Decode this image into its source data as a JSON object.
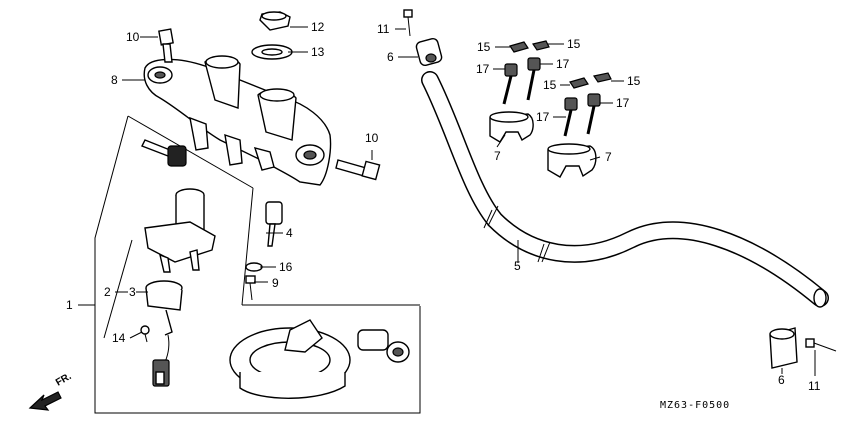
{
  "diagram_code": "MZ63-F0500",
  "direction_label": "FR.",
  "callouts": {
    "c1": "1",
    "c2": "2",
    "c3": "3",
    "c4": "4",
    "c5": "5",
    "c6a": "6",
    "c6b": "6",
    "c7a": "7",
    "c7b": "7",
    "c8": "8",
    "c9": "9",
    "c10a": "10",
    "c10b": "10",
    "c11a": "11",
    "c11b": "11",
    "c12": "12",
    "c13": "13",
    "c14": "14",
    "c15a": "15",
    "c15b": "15",
    "c15c": "15",
    "c15d": "15",
    "c16": "16",
    "c17a": "17",
    "c17b": "17",
    "c17c": "17",
    "c17d": "17"
  }
}
